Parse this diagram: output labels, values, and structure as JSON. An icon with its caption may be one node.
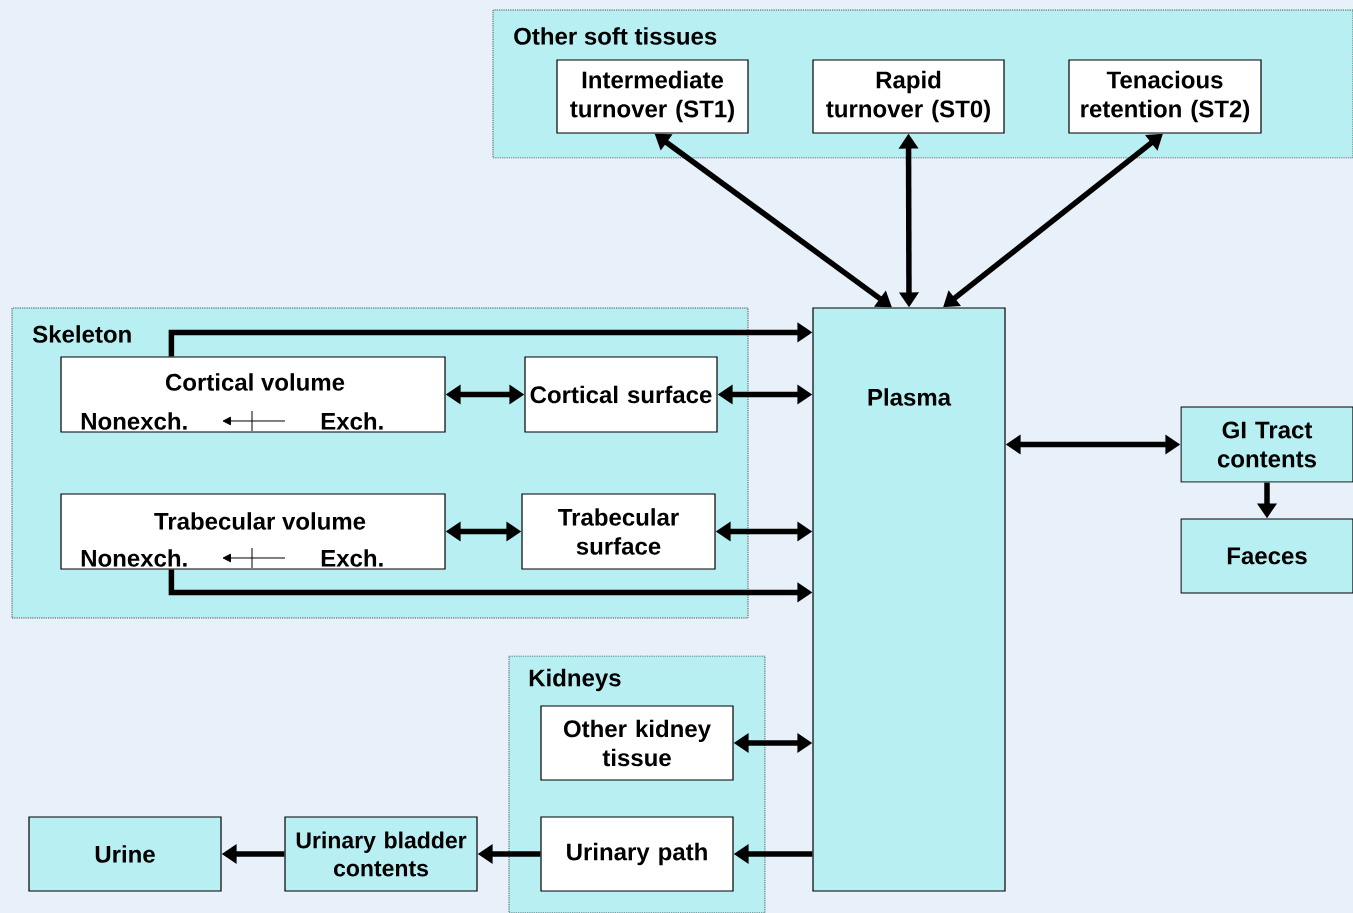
{
  "diagram": {
    "nodes": [
      {
        "text": [
          "Other soft tissues"
        ]
      },
      {
        "text": [
          "Intermediate turnover (ST1)"
        ],
        "in": 0
      },
      {
        "text": [
          "Rapid turnover (ST0)"
        ],
        "in": 0
      },
      {
        "text": [
          "Tenacious retention (ST2)"
        ],
        "in": 0
      },
      {
        "text": [
          "Skeleton"
        ]
      },
      {
        "text": [
          "Cortical volume",
          "Nonexch.",
          "Exch."
        ],
        "in": 4
      },
      {
        "text": [
          "Cortical surface"
        ],
        "in": 4
      },
      {
        "text": [
          "Trabecular volume",
          "Nonexch.",
          "Exch."
        ],
        "in": 4
      },
      {
        "text": [
          "Trabecular surface"
        ],
        "in": 4
      },
      {
        "text": [
          "Plasma"
        ]
      },
      {
        "text": [
          "GI Tract contents"
        ]
      },
      {
        "text": [
          "Faeces"
        ]
      },
      {
        "text": [
          "Kidneys"
        ]
      },
      {
        "text": [
          "Other kidney tissue"
        ],
        "in": 12
      },
      {
        "text": [
          "Urinary path"
        ],
        "in": 12
      },
      {
        "text": [
          "Urinary bladder contents"
        ]
      },
      {
        "text": [
          "Urine"
        ]
      }
    ],
    "edges": [
      {
        "from": 1,
        "to": 9,
        "arrow": "both"
      },
      {
        "from": 2,
        "to": 9,
        "arrow": "both"
      },
      {
        "from": 3,
        "to": 9,
        "arrow": "both"
      },
      {
        "from": 5,
        "to": 9,
        "arrow": "to"
      },
      {
        "from": 5,
        "to": 6,
        "arrow": "both"
      },
      {
        "from": 6,
        "to": 9,
        "arrow": "both"
      },
      {
        "from": 7,
        "to": 8,
        "arrow": "both"
      },
      {
        "from": 8,
        "to": 9,
        "arrow": "both"
      },
      {
        "from": 7,
        "to": 9,
        "arrow": "to"
      },
      {
        "from": 9,
        "to": 10,
        "arrow": "both"
      },
      {
        "from": 10,
        "to": 11,
        "arrow": "to"
      },
      {
        "from": 13,
        "to": 9,
        "arrow": "both"
      },
      {
        "from": 9,
        "to": 14,
        "arrow": "to"
      },
      {
        "from": 14,
        "to": 15,
        "arrow": "to"
      },
      {
        "from": 15,
        "to": 16,
        "arrow": "to"
      }
    ]
  }
}
